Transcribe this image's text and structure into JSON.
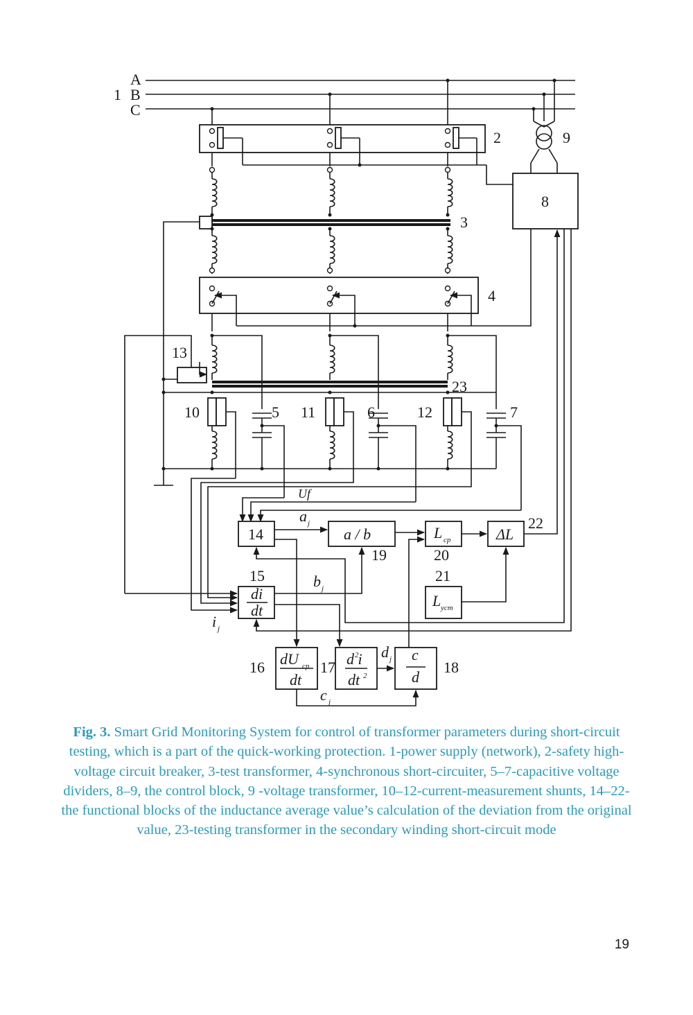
{
  "figure": {
    "phases": [
      "A",
      "B",
      "C"
    ],
    "network_number": "1",
    "block_numbers": {
      "b2": "2",
      "b3": "3",
      "b4": "4",
      "b5": "5",
      "b6": "6",
      "b7": "7",
      "b8": "8",
      "b9": "9",
      "b10": "10",
      "b11": "11",
      "b12": "12",
      "b13": "13",
      "b14": "14",
      "b15": "15",
      "b16": "16",
      "b17": "17",
      "b18": "18",
      "b19": "19",
      "b20": "20",
      "b21": "21",
      "b22": "22",
      "b23": "23"
    },
    "signals": {
      "uf": "Uf",
      "aj": "a",
      "bj": "b",
      "ij": "i",
      "cj": "c",
      "dj": "d",
      "sub": "j"
    },
    "block_text": {
      "b15_num": "di",
      "b15_den": "dt",
      "b19": "a / b",
      "b20": "L",
      "b20_sub": "cp",
      "b21": "L",
      "b21_sub": "уст",
      "b22": "ΔL",
      "b16_num": "dU",
      "b16_sub": "cp",
      "b16_den": "dt",
      "b17_num": "d i",
      "b17_den": "dt",
      "b17_sup": "2",
      "b18_num": "c",
      "b18_den": "d"
    }
  },
  "caption": {
    "label": "Fig. 3.",
    "text": "Smart Grid Monitoring System for control of transformer parameters during short-circuit testing, which is a part of the quick-working protection. 1-power supply (network), 2-safety high-voltage circuit breaker, 3-test transformer, 4-synchronous short-circuiter, 5–7-capacitive voltage dividers, 8–9, the control block, 9 -voltage transformer, 10–12-current-measurement shunts, 14–22-the functional blocks of the inductance average value’s calculation of the deviation from the original value, 23-testing transformer in the secondary winding short-circuit mode"
  },
  "page_number": "19"
}
